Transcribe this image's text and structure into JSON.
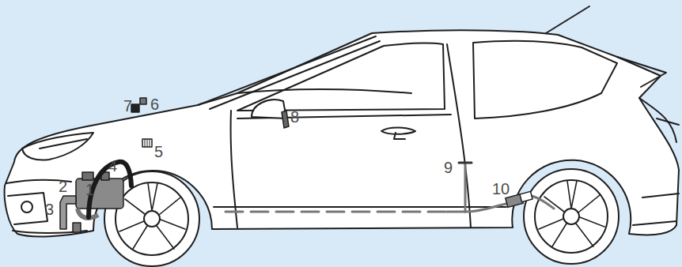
{
  "diagram": {
    "labels": [
      "7",
      "6",
      "5",
      "4",
      "2",
      "1",
      "3",
      "8",
      "9",
      "10"
    ]
  }
}
